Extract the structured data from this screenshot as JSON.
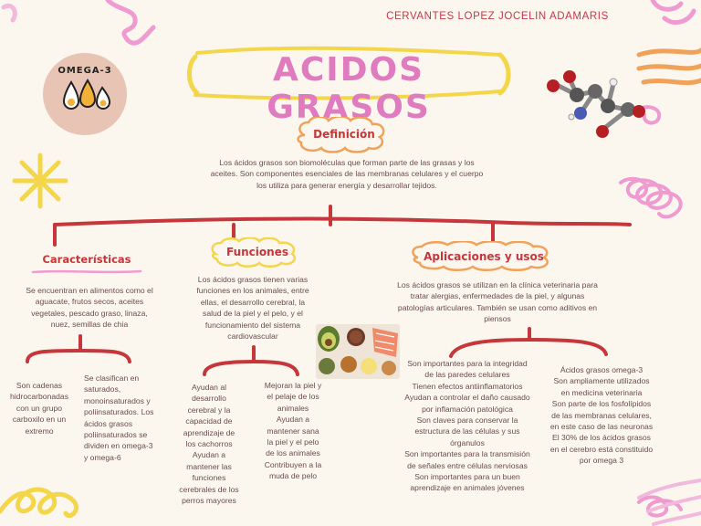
{
  "author": "CERVANTES LOPEZ JOCELIN ADAMARIS",
  "title": "ACIDOS GRASOS",
  "omega_badge": "OMEGA-3",
  "definicion": {
    "heading": "Definición",
    "lines": [
      "Los ácidos grasos son biomoléculas que forman parte de las grasas y los",
      "aceites. Son componentes esenciales de las membranas celulares y el cuerpo",
      "los utiliza para generar energía y desarrollar tejidos."
    ]
  },
  "caracteristicas": {
    "heading": "Características",
    "lines": [
      "Se encuentran en alimentos como el",
      "aguacate, frutos secos, aceites",
      "vegetales, pescado graso, linaza,",
      "nuez, semillas de chia"
    ],
    "left_lines": [
      "Son cadenas",
      "hidrocarbonadas",
      "con un grupo",
      "carboxilo en un",
      "extremo"
    ],
    "right_lines": [
      "Se clasifican en",
      "saturados,",
      "monoinsaturados y",
      "poliinsaturados. Los",
      "ácidos grasos",
      "poliinsaturados se",
      "dividen en omega-3",
      "y omega-6"
    ]
  },
  "funciones": {
    "heading": "Funciones",
    "lines": [
      "Los ácidos grasos tienen varias",
      "funciones en los animales, entre",
      "ellas, el desarrollo cerebral, la",
      "salud de la piel y el pelo, y el",
      "funcionamiento del sistema",
      "cardiovascular"
    ],
    "left_lines": [
      "Ayudan al",
      "desarrollo",
      "cerebral y la",
      "capacidad de",
      "aprendizaje de",
      "los cachorros",
      "Ayudan a",
      "mantener las",
      "funciones",
      "cerebrales de los",
      "perros mayores"
    ],
    "right_lines": [
      "Mejoran la piel y",
      "el pelaje de los",
      "animales",
      "Ayudan a",
      "mantener sana",
      "la piel y el pelo",
      "de los animales",
      "Contribuyen a la",
      "muda de pelo"
    ]
  },
  "aplicaciones": {
    "heading": "Aplicaciones y usos",
    "lines": [
      "Los ácidos grasos se utilizan en la clínica veterinaria para",
      "tratar alergias, enfermedades de la piel, y algunas",
      "patologías articulares. También se usan como aditivos en",
      "piensos"
    ],
    "left_lines": [
      "Son importantes para la integridad",
      "de las paredes celulares",
      "Tienen efectos antiinflamatorios",
      "Ayudan a controlar el daño causado",
      "por inflamación patológica",
      "Son claves para conservar la",
      "estructura de las células y sus",
      "órganulos",
      "Son importantes para la transmisión",
      "de señales entre células nerviosas",
      "Son importantes para un buen",
      "aprendizaje en animales jóvenes"
    ],
    "right_lines": [
      "Ácidos grasos omega-3",
      "Son ampliamente utilizados",
      "en medicina veterinaria",
      "Son parte de los fosfolípidos",
      "de las membranas celulares,",
      "en este caso de las neuronas",
      "El 30% de los ácidos grasos",
      "en el cerebro está constituido",
      "por omega 3"
    ]
  },
  "colors": {
    "accent_red": "#c5373b",
    "pink": "#e07bc0",
    "yellow": "#f3d64a",
    "orange": "#f0a25a"
  }
}
